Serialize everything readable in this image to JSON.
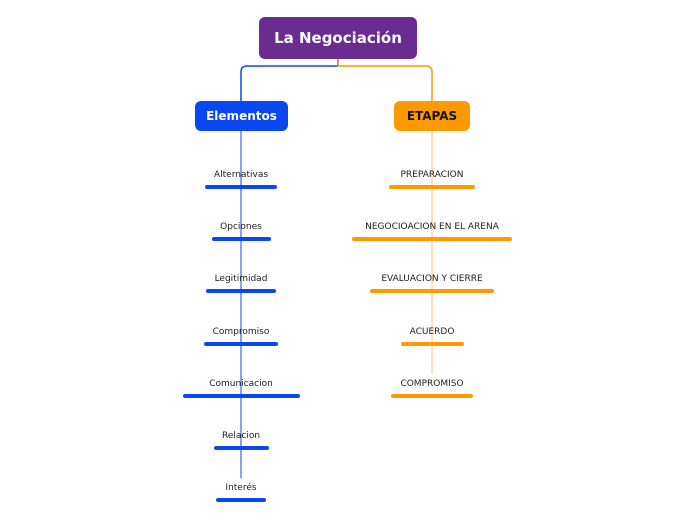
{
  "colors": {
    "root": "#6a2c91",
    "left": "#0a47f0",
    "right": "#ff9900",
    "right_line": "#ffc27a",
    "right_text": "#111111"
  },
  "root": {
    "label": "La Negociación"
  },
  "branches": [
    {
      "label": "Elementos",
      "side": "left",
      "items": [
        "Alternativas",
        "Opciones",
        "Legitimidad",
        "Compromiso",
        "Comunicacion",
        "Relacion",
        "Interés"
      ]
    },
    {
      "label": "ETAPAS",
      "side": "right",
      "items": [
        "PREPARACION",
        "NEGOCIOACION EN EL ARENA",
        "EVALUACION Y CIERRE",
        "ACUERDO",
        "COMPROMISO"
      ]
    }
  ]
}
